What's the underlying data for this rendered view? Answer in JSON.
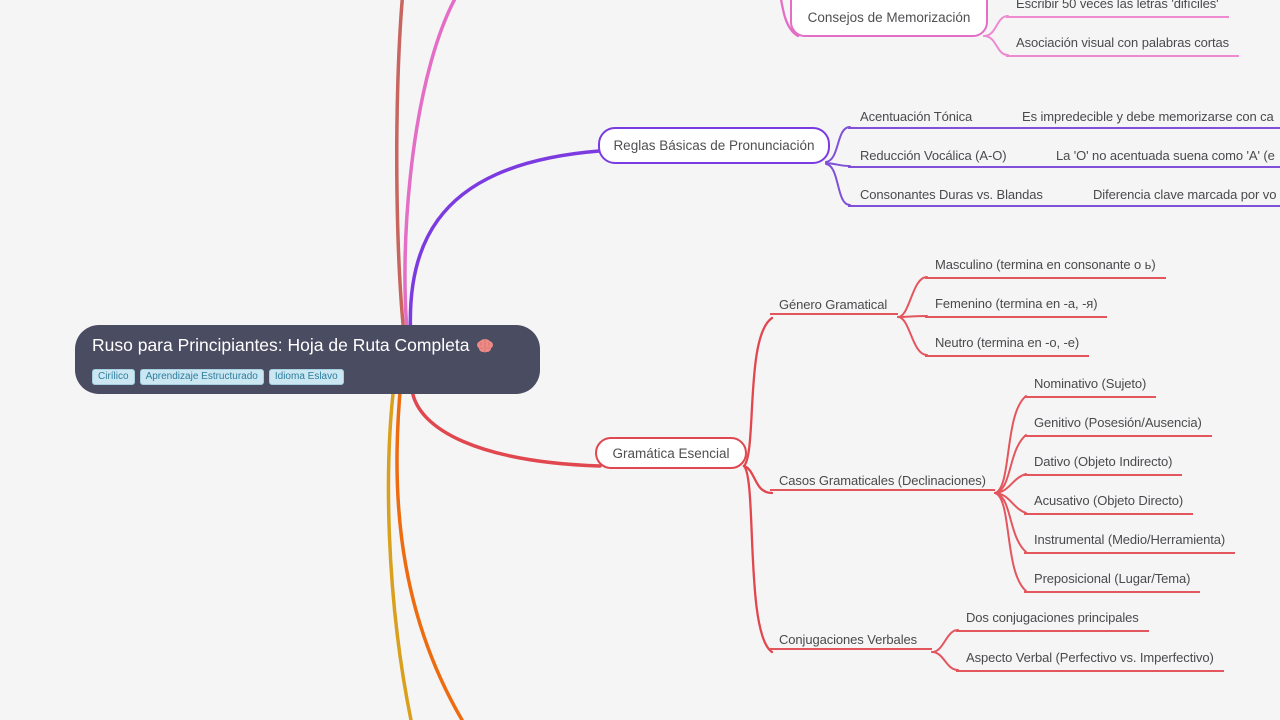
{
  "root": {
    "title": "Ruso para Principiantes: Hoja de Ruta Completa",
    "icon": "brain-icon",
    "tags": [
      "Cirílico",
      "Aprendizaje Estructurado",
      "Idioma Eslavo"
    ]
  },
  "branches": {
    "memorizacion": {
      "label": "Consejos de Memorización",
      "children": [
        "Escribir 50 veces las letras 'difíciles'",
        "Asociación visual con palabras cortas"
      ]
    },
    "pronunciacion": {
      "label": "Reglas Básicas de Pronunciación",
      "rows": [
        {
          "label": "Acentuación Tónica",
          "detail": "Es impredecible y debe memorizarse con ca"
        },
        {
          "label": "Reducción Vocálica (A-O)",
          "detail": "La 'O' no acentuada suena como 'A' (e"
        },
        {
          "label": "Consonantes Duras vs. Blandas",
          "detail": "Diferencia clave marcada por vo"
        }
      ]
    },
    "gramatica": {
      "label": "Gramática Esencial",
      "genero": {
        "label": "Género Gramatical",
        "children": [
          "Masculino (termina en consonante o ь)",
          "Femenino (termina en -a, -я)",
          "Neutro (termina en -o, -e)"
        ]
      },
      "casos": {
        "label": "Casos Gramaticales (Declinaciones)",
        "children": [
          "Nominativo (Sujeto)",
          "Genitivo (Posesión/Ausencia)",
          "Dativo (Objeto Indirecto)",
          "Acusativo (Objeto Directo)",
          "Instrumental (Medio/Herramienta)",
          "Preposicional (Lugar/Tema)"
        ]
      },
      "conjugaciones": {
        "label": "Conjugaciones Verbales",
        "children": [
          "Dos conjugaciones principales",
          "Aspecto Verbal (Perfectivo vs. Imperfectivo)"
        ]
      }
    }
  },
  "colors": {
    "background": "#f5f5f6",
    "root_node_bg": "#4a4c61",
    "root_title_text": "#ffffff",
    "tag_bg": "#cae7f2",
    "tag_text": "#2e7d9e",
    "branch_pink": "#e46ec5",
    "branch_purple": "#7b3be0",
    "branch_red": "#e0474f",
    "branch_salmon": "#c7655e",
    "branch_orange": "#ee6c10",
    "branch_amber": "#d9a01d",
    "leaf_text": "#4a4a4d"
  }
}
